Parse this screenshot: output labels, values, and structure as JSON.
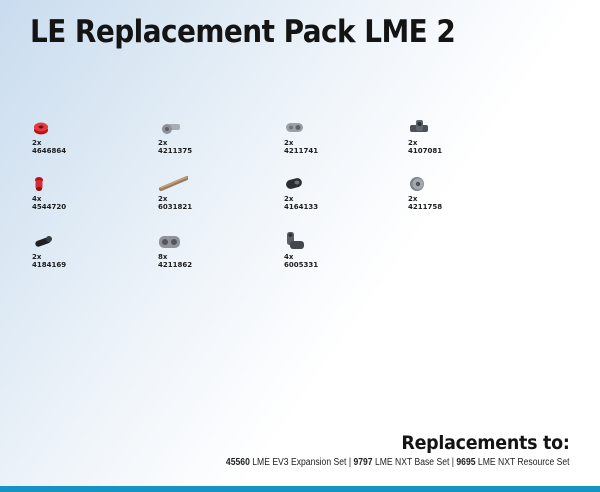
{
  "title": "LE Replacement Pack LME 2",
  "parts": [
    {
      "qty": "2x",
      "number": "4646864",
      "icon": "red-bush-icon"
    },
    {
      "qty": "2x",
      "number": "4211375",
      "icon": "grey-axle-pin-icon"
    },
    {
      "qty": "2x",
      "number": "4211741",
      "icon": "grey-connector-icon"
    },
    {
      "qty": "2x",
      "number": "4107081",
      "icon": "dark-grey-cross-block-icon"
    },
    {
      "qty": "4x",
      "number": "4544720",
      "icon": "red-axle-peg-icon"
    },
    {
      "qty": "2x",
      "number": "6031821",
      "icon": "tan-axle-icon"
    },
    {
      "qty": "2x",
      "number": "4164133",
      "icon": "black-connector-icon"
    },
    {
      "qty": "2x",
      "number": "4211758",
      "icon": "grey-bush-icon"
    },
    {
      "qty": "2x",
      "number": "4184169",
      "icon": "black-pin-icon"
    },
    {
      "qty": "8x",
      "number": "4211862",
      "icon": "grey-double-block-icon"
    },
    {
      "qty": "4x",
      "number": "6005331",
      "icon": "dark-grey-angle-connector-icon"
    }
  ],
  "footer": {
    "heading": "Replacements to:",
    "sets": [
      {
        "number": "45560",
        "name": "LME EV3 Expansion Set"
      },
      {
        "number": "9797",
        "name": "LME NXT Base Set"
      },
      {
        "number": "9695",
        "name": "LME NXT Resource Set"
      }
    ],
    "separator": " | "
  },
  "colors": {
    "accent_bar": "#1594c4",
    "text": "#141414"
  }
}
